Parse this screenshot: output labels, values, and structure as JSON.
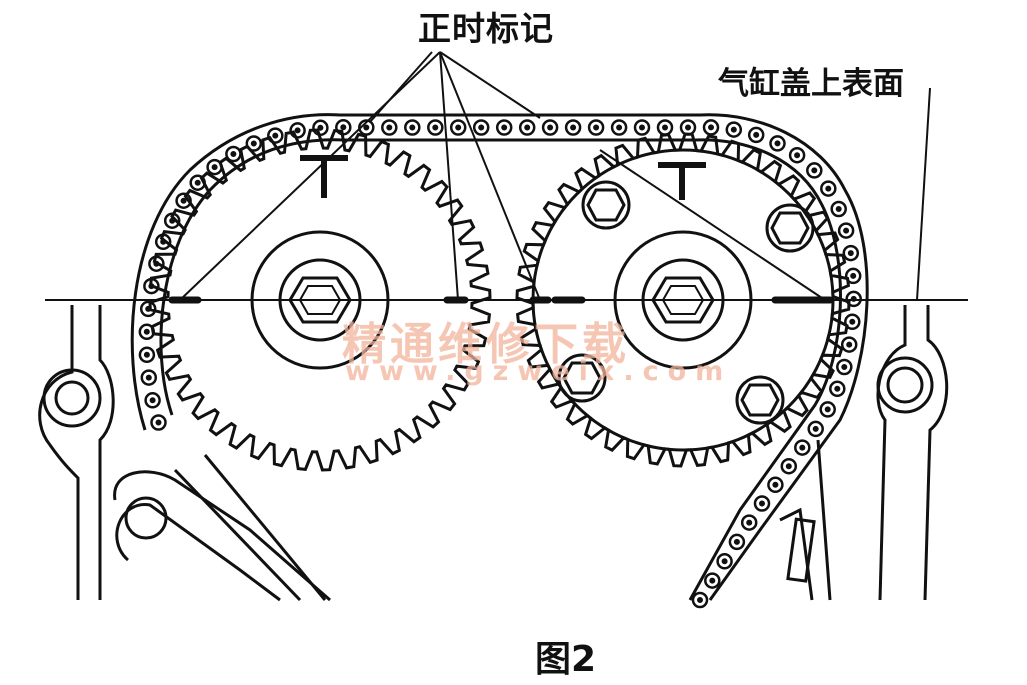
{
  "labels": {
    "timing_marks": "正时标记",
    "cylinder_head_surface": "气缸盖上表面",
    "figure_caption": "图2"
  },
  "watermark": {
    "text": "精通维修下载",
    "url": "www.gzweix.com"
  },
  "colors": {
    "line": "#111111",
    "watermark": "#f2b39a",
    "background": "#ffffff"
  }
}
